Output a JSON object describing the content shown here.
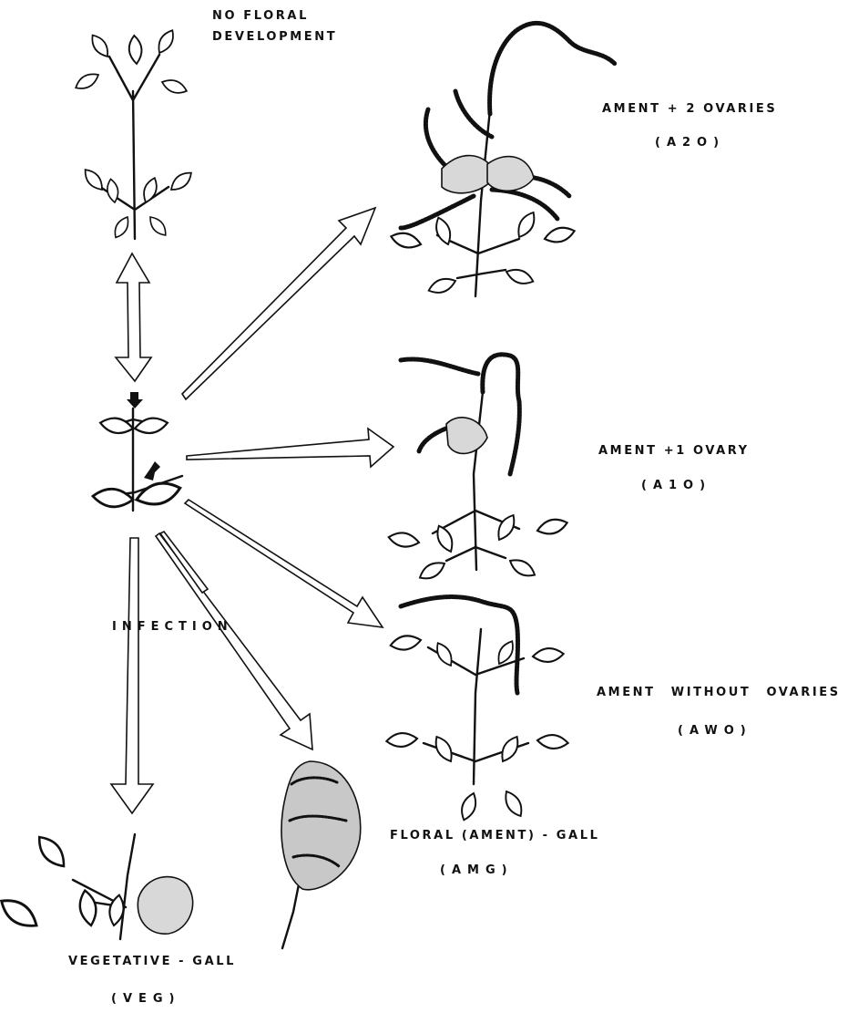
{
  "labels": {
    "no_floral": [
      "NO FLORAL",
      "DEVELOPMENT"
    ],
    "a2o": {
      "name": "AMENT + 2 OVARIES",
      "code": "(A2O)"
    },
    "a1o": {
      "name": "AMENT +1 OVARY",
      "code": "(A1O)"
    },
    "awo": {
      "name": "AMENT WITHOUT OVARIES",
      "code": "(AWO)"
    },
    "infection": "INFECTION",
    "amg": {
      "name": "FLORAL (AMENT) - GALL",
      "code": "(AMG)"
    },
    "veg": {
      "name": "VEGETATIVE - GALL",
      "code": "(VEG)"
    }
  },
  "colors": {
    "ink": "#111111",
    "paper": "#ffffff",
    "gall_fill": "#d8d8d8"
  },
  "icons": [
    "infection-marker-arrow-icon"
  ]
}
